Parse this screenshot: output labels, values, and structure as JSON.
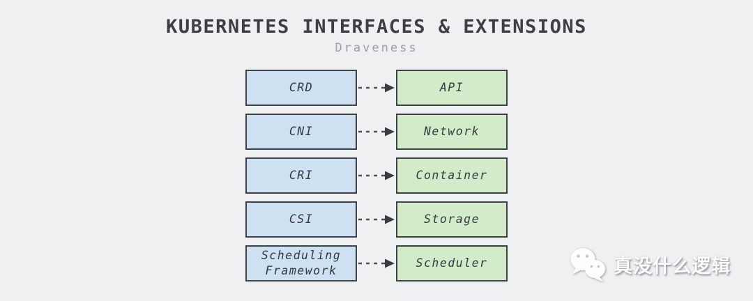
{
  "header": {
    "title": "KUBERNETES INTERFACES & EXTENSIONS",
    "subtitle": "Draveness"
  },
  "diagram": {
    "rows": [
      {
        "source": "CRD",
        "target": "API"
      },
      {
        "source": "CNI",
        "target": "Network"
      },
      {
        "source": "CRI",
        "target": "Container"
      },
      {
        "source": "CSI",
        "target": "Storage"
      },
      {
        "source": "Scheduling Framework",
        "target": "Scheduler"
      }
    ],
    "colors": {
      "source_fill": "#cde1f2",
      "target_fill": "#d2ecca",
      "box_border": "#3f4245",
      "arrow": "#4d5053",
      "background": "#eff0f2",
      "title_text": "#3d4043",
      "subtitle_text": "#9aa0a6"
    }
  },
  "watermark": {
    "icon": "wechat-icon",
    "text": "真没什么逻辑"
  }
}
